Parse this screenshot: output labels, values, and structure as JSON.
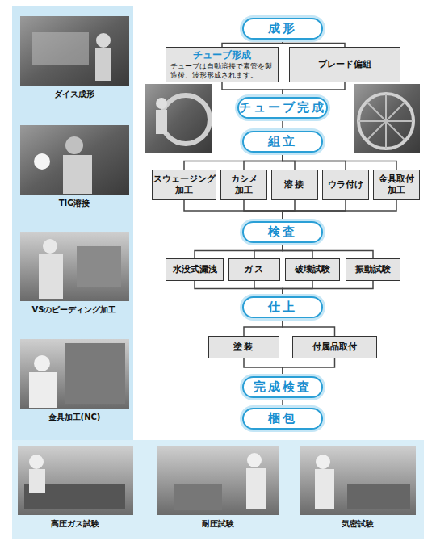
{
  "diagram": {
    "nodes": [
      {
        "text": [
          "成形"
        ]
      },
      {
        "text": [
          "チューブ形成",
          "チューブは自動溶接で素管を製造後、波形形成されます。"
        ]
      },
      {
        "text": [
          "ブレード偏組"
        ]
      },
      {
        "text": [
          "チューブ完成"
        ]
      },
      {
        "text": [
          "組立"
        ]
      },
      {
        "text": [
          "スウェージング 加工"
        ]
      },
      {
        "text": [
          "カシメ 加工"
        ]
      },
      {
        "text": [
          "溶接"
        ]
      },
      {
        "text": [
          "ウラ付け"
        ]
      },
      {
        "text": [
          "金具取付 加工"
        ]
      },
      {
        "text": [
          "検査"
        ]
      },
      {
        "text": [
          "水没式漏洩"
        ]
      },
      {
        "text": [
          "ガス"
        ]
      },
      {
        "text": [
          "破壊試験"
        ]
      },
      {
        "text": [
          "振動試験"
        ]
      },
      {
        "text": [
          "仕上"
        ]
      },
      {
        "text": [
          "塗装"
        ]
      },
      {
        "text": [
          "付属品取付"
        ]
      },
      {
        "text": [
          "完成検査"
        ]
      },
      {
        "text": [
          "梱包"
        ]
      }
    ],
    "edges": [
      {
        "from": 0,
        "to": 1,
        "arrow": "none"
      },
      {
        "from": 0,
        "to": 2,
        "arrow": "none"
      },
      {
        "from": 1,
        "to": 3,
        "arrow": "none"
      },
      {
        "from": 2,
        "to": 3,
        "arrow": "none"
      },
      {
        "from": 3,
        "to": 4,
        "arrow": "none"
      },
      {
        "from": 4,
        "to": 5,
        "arrow": "none"
      },
      {
        "from": 4,
        "to": 6,
        "arrow": "none"
      },
      {
        "from": 4,
        "to": 7,
        "arrow": "none"
      },
      {
        "from": 4,
        "to": 8,
        "arrow": "none"
      },
      {
        "from": 4,
        "to": 9,
        "arrow": "none"
      },
      {
        "from": 5,
        "to": 10,
        "arrow": "none"
      },
      {
        "from": 6,
        "to": 10,
        "arrow": "none"
      },
      {
        "from": 7,
        "to": 10,
        "arrow": "none"
      },
      {
        "from": 8,
        "to": 10,
        "arrow": "none"
      },
      {
        "from": 9,
        "to": 10,
        "arrow": "none"
      },
      {
        "from": 10,
        "to": 11,
        "arrow": "none"
      },
      {
        "from": 10,
        "to": 12,
        "arrow": "none"
      },
      {
        "from": 10,
        "to": 13,
        "arrow": "none"
      },
      {
        "from": 10,
        "to": 14,
        "arrow": "none"
      },
      {
        "from": 11,
        "to": 15,
        "arrow": "none"
      },
      {
        "from": 12,
        "to": 15,
        "arrow": "none"
      },
      {
        "from": 13,
        "to": 15,
        "arrow": "none"
      },
      {
        "from": 14,
        "to": 15,
        "arrow": "none"
      },
      {
        "from": 15,
        "to": 16,
        "arrow": "none"
      },
      {
        "from": 15,
        "to": 17,
        "arrow": "none"
      },
      {
        "from": 16,
        "to": 18,
        "arrow": "none"
      },
      {
        "from": 17,
        "to": 18,
        "arrow": "none"
      },
      {
        "from": 18,
        "to": 19,
        "arrow": "none"
      }
    ],
    "labels": [
      "ダイス成形",
      "TIG溶接",
      "VSのビーディング加工",
      "金具加工(NC)",
      "高圧ガス試験",
      "耐圧試験",
      "気密試験"
    ]
  }
}
